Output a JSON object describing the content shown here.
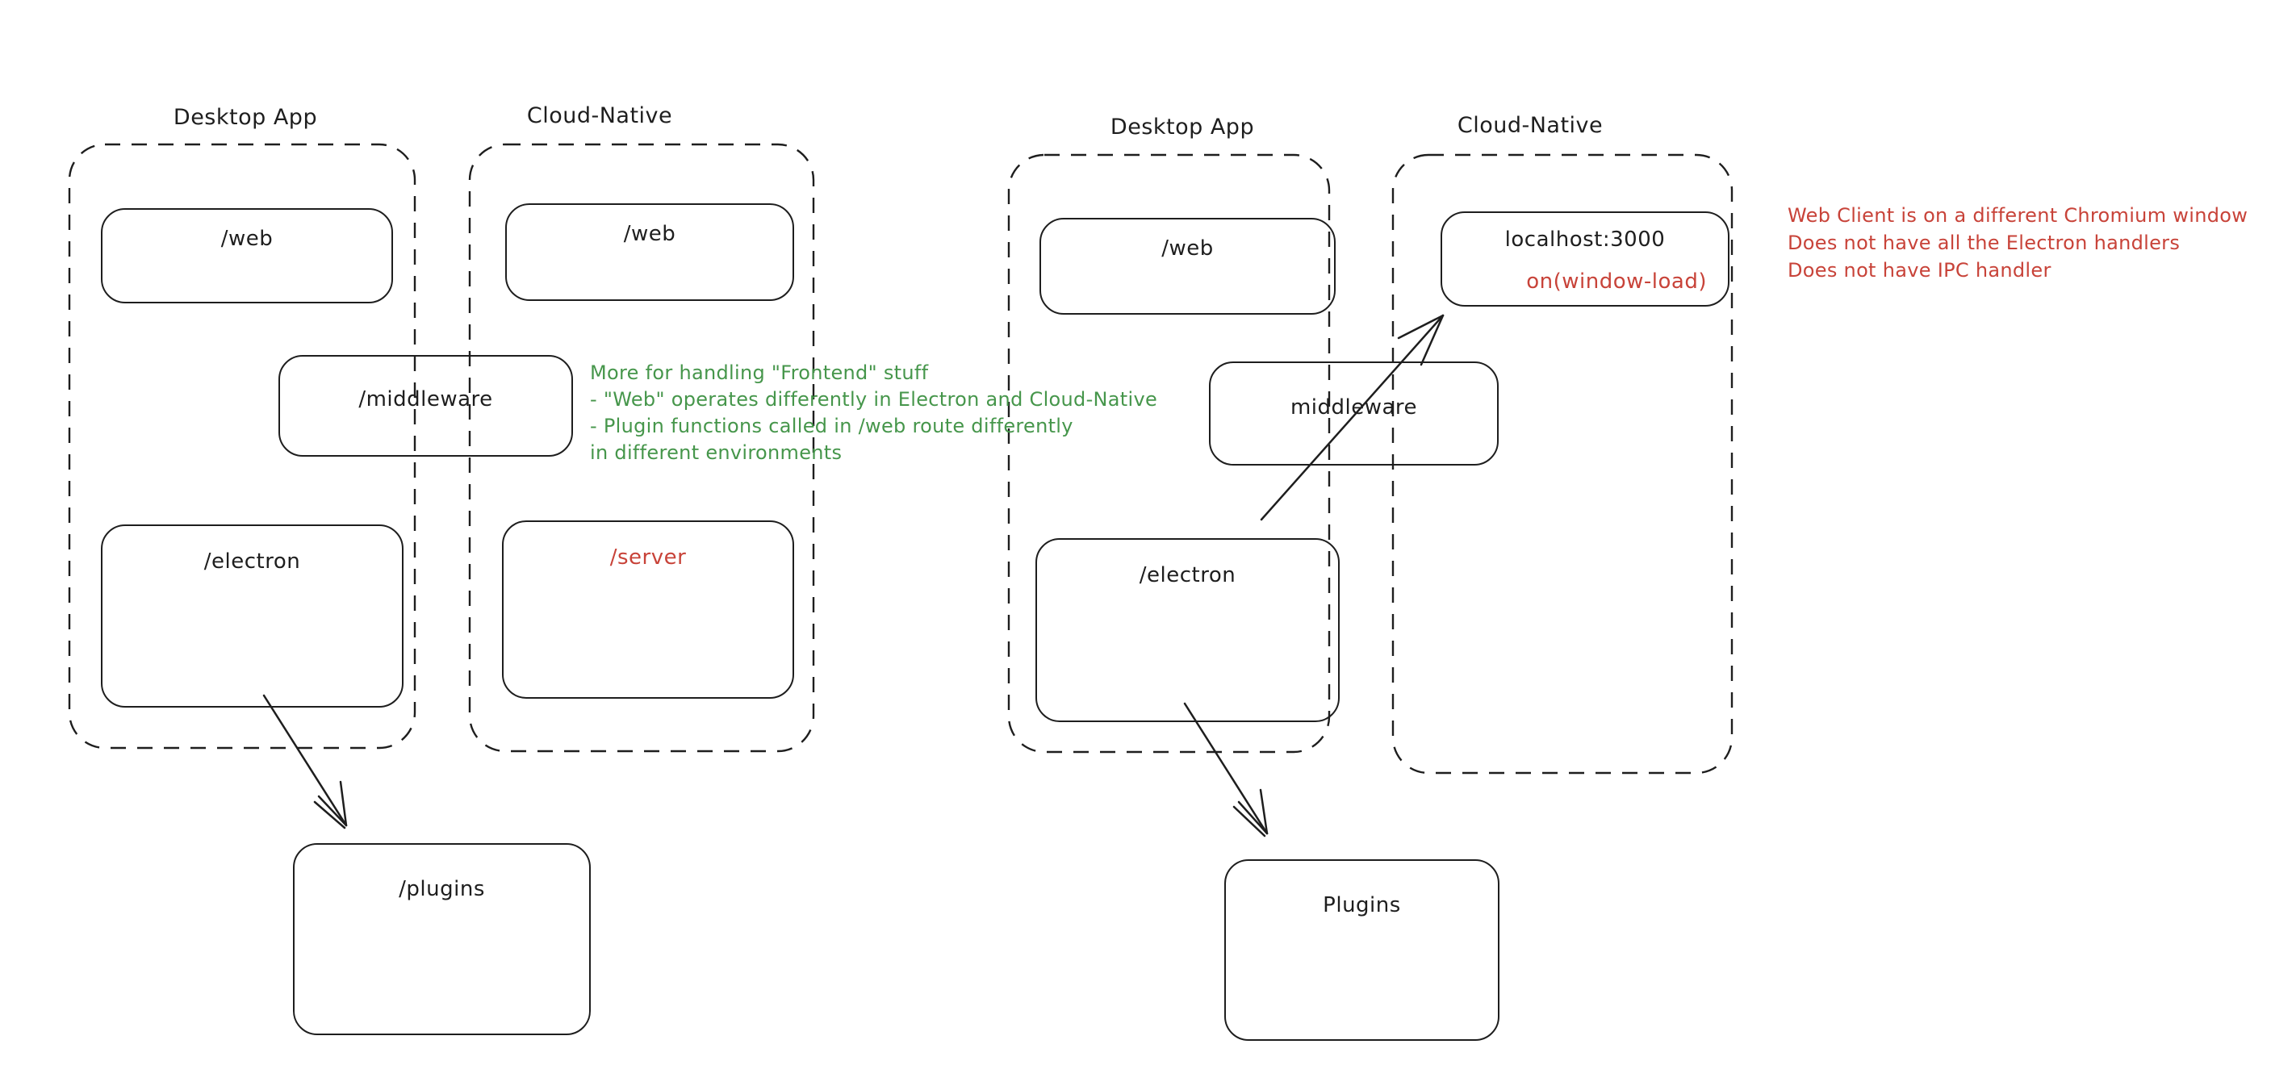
{
  "colors": {
    "stroke": "#1e1e1e",
    "green_annotation": "#46964b",
    "red_annotation": "#c84339",
    "background": "#ffffff"
  },
  "left_diagram": {
    "desktop_container_label": "Desktop App",
    "cloud_container_label": "Cloud-Native",
    "boxes": {
      "web_desktop": "/web",
      "web_cloud": "/web",
      "middleware": "/middleware",
      "electron": "/electron",
      "server": "/server",
      "plugins": "/plugins"
    },
    "green_note": {
      "lines": [
        "More for handling \"Frontend\" stuff",
        "- \"Web\" operates differently in Electron and Cloud-Native",
        "- Plugin functions called in /web route differently",
        "in different environments"
      ]
    }
  },
  "right_diagram": {
    "desktop_container_label": "Desktop App",
    "cloud_container_label": "Cloud-Native",
    "boxes": {
      "web": "/web",
      "localhost": "localhost:3000",
      "on_window_load": "on(window-load)",
      "middleware": "middleware",
      "electron": "/electron",
      "plugins": "Plugins"
    },
    "red_note": {
      "lines": [
        "Web Client is on a different Chromium window",
        "Does not have all the Electron handlers",
        "Does not have IPC handler"
      ]
    }
  }
}
